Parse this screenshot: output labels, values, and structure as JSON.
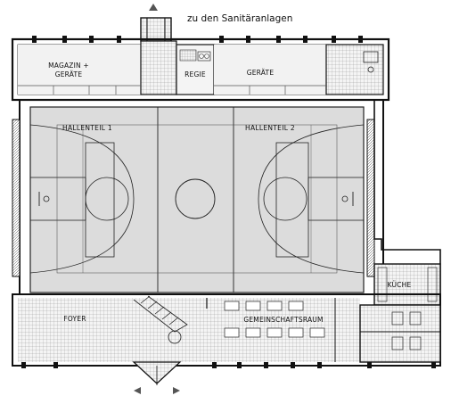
{
  "plan": {
    "top_label": "zu den Sanitäranlagen",
    "rooms": {
      "magazin": [
        "MAGAZIN +",
        "GERÄTE"
      ],
      "regie": "REGIE",
      "geraete": "GERÄTE",
      "hallenteil_1": "HALLENTEIL 1",
      "hallenteil_2": "HALLENTEIL 2",
      "foyer": "FOYER",
      "gemeinschaftsraum": "GEMEINSCHAFTSRAUM",
      "kueche": "KÜCHE"
    }
  },
  "colors": {
    "court_fill": "#dcdcdc",
    "storage_fill": "#efefef",
    "wall": "#111111",
    "tile": "#9a9a9a"
  }
}
